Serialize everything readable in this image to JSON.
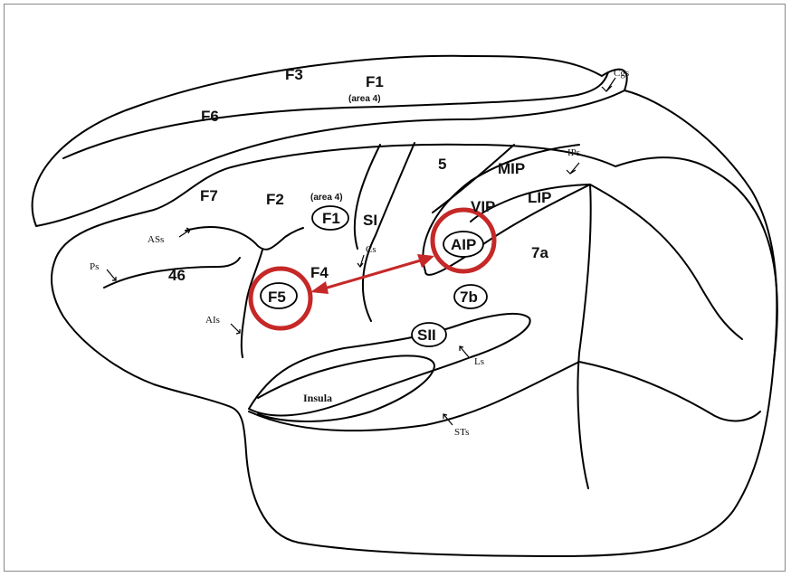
{
  "labels": {
    "F3": "F3",
    "F1_top": "F1",
    "area4_top": "(area 4)",
    "F6": "F6",
    "F7": "F7",
    "F2": "F2",
    "area4_mid": "(area 4)",
    "F1_mid": "F1",
    "SI": "SI",
    "five": "5",
    "MIP": "MIP",
    "VIP": "VIP",
    "LIP": "LIP",
    "AIP": "AIP",
    "seven_a": "7a",
    "F4": "F4",
    "F5": "F5",
    "seven_b": "7b",
    "SII": "SII",
    "forty_six": "46",
    "insula": "Insula"
  },
  "sulci": {
    "Cgs": "Cgs",
    "IPs": "IPs",
    "ASs": "ASs",
    "Ps": "Ps",
    "Cs": "Cs",
    "AIs": "AIs",
    "Ls": "Ls",
    "STs": "STs"
  },
  "colors": {
    "highlight": "#c62828",
    "outline": "#000000"
  }
}
